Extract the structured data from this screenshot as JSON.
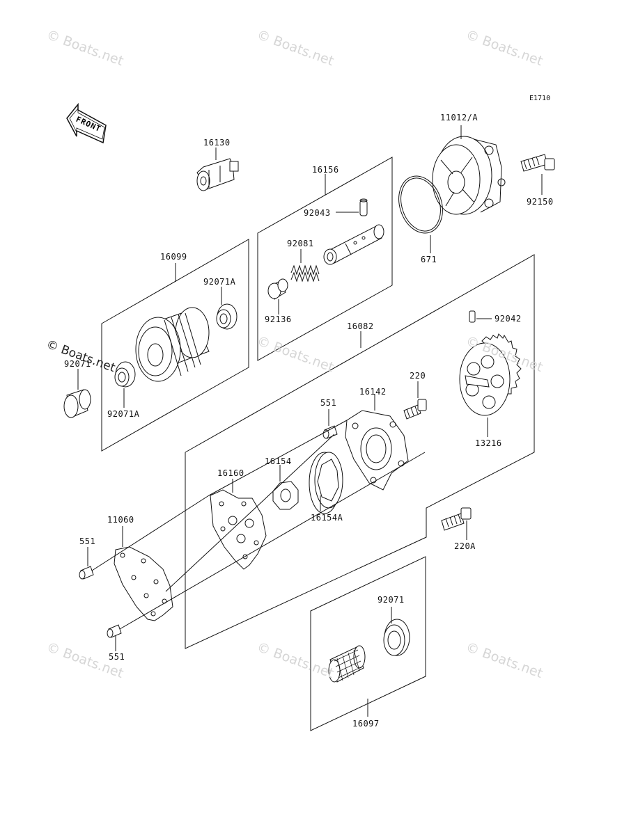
{
  "diagram": {
    "ref_code": "E1710",
    "front_arrow": "FRONT",
    "watermark": "© Boats.net",
    "parts": [
      {
        "id": "p16130",
        "number": "16130"
      },
      {
        "id": "p16156",
        "number": "16156"
      },
      {
        "id": "p92043",
        "number": "92043"
      },
      {
        "id": "p92081",
        "number": "92081"
      },
      {
        "id": "p92136",
        "number": "92136"
      },
      {
        "id": "p11012",
        "number": "11012/A"
      },
      {
        "id": "p92150",
        "number": "92150"
      },
      {
        "id": "p671",
        "number": "671"
      },
      {
        "id": "p16099",
        "number": "16099"
      },
      {
        "id": "p92071A_top",
        "number": "92071A"
      },
      {
        "id": "p92071A_bot",
        "number": "92071A"
      },
      {
        "id": "p92071_left",
        "number": "92071"
      },
      {
        "id": "p16082",
        "number": "16082"
      },
      {
        "id": "p92042",
        "number": "92042"
      },
      {
        "id": "p220",
        "number": "220"
      },
      {
        "id": "p16142",
        "number": "16142"
      },
      {
        "id": "p551_mid",
        "number": "551"
      },
      {
        "id": "p13216",
        "number": "13216"
      },
      {
        "id": "p16154",
        "number": "16154"
      },
      {
        "id": "p16160",
        "number": "16160"
      },
      {
        "id": "p16154A",
        "number": "16154A"
      },
      {
        "id": "p11060",
        "number": "11060"
      },
      {
        "id": "p551_upper",
        "number": "551"
      },
      {
        "id": "p551_lower",
        "number": "551"
      },
      {
        "id": "p220A",
        "number": "220A"
      },
      {
        "id": "p92071_bot",
        "number": "92071"
      },
      {
        "id": "p16097",
        "number": "16097"
      }
    ]
  }
}
